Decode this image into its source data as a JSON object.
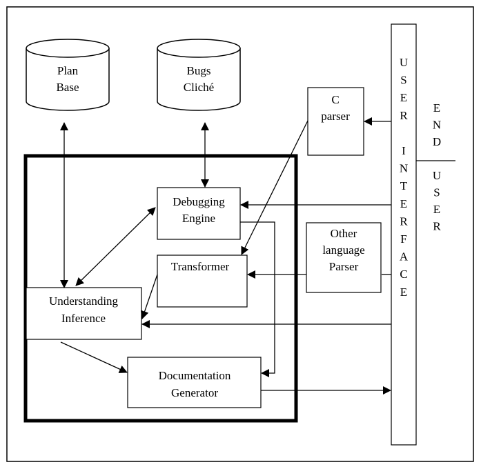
{
  "databases": {
    "plan_base": [
      "Plan",
      "Base"
    ],
    "bugs_cliche": [
      "Bugs",
      "Cliché"
    ]
  },
  "modules": {
    "debugging_engine": [
      "Debugging",
      "Engine"
    ],
    "transformer": [
      "Transformer"
    ],
    "understanding_inference": [
      "Understanding",
      "Inference"
    ],
    "documentation_generator": [
      "Documentation",
      "Generator"
    ]
  },
  "parsers": {
    "c_parser": [
      "C",
      "parser"
    ],
    "other_language_parser": [
      "Other",
      "language",
      "Parser"
    ]
  },
  "user_interface": [
    "U",
    "S",
    "E",
    "R",
    "",
    "I",
    "N",
    "T",
    "E",
    "R",
    "F",
    "A",
    "C",
    "E"
  ],
  "end_user": [
    "E",
    "N",
    "D",
    "",
    "U",
    "S",
    "E",
    "R"
  ],
  "colors": {
    "stroke": "#000000",
    "background": "#ffffff"
  }
}
